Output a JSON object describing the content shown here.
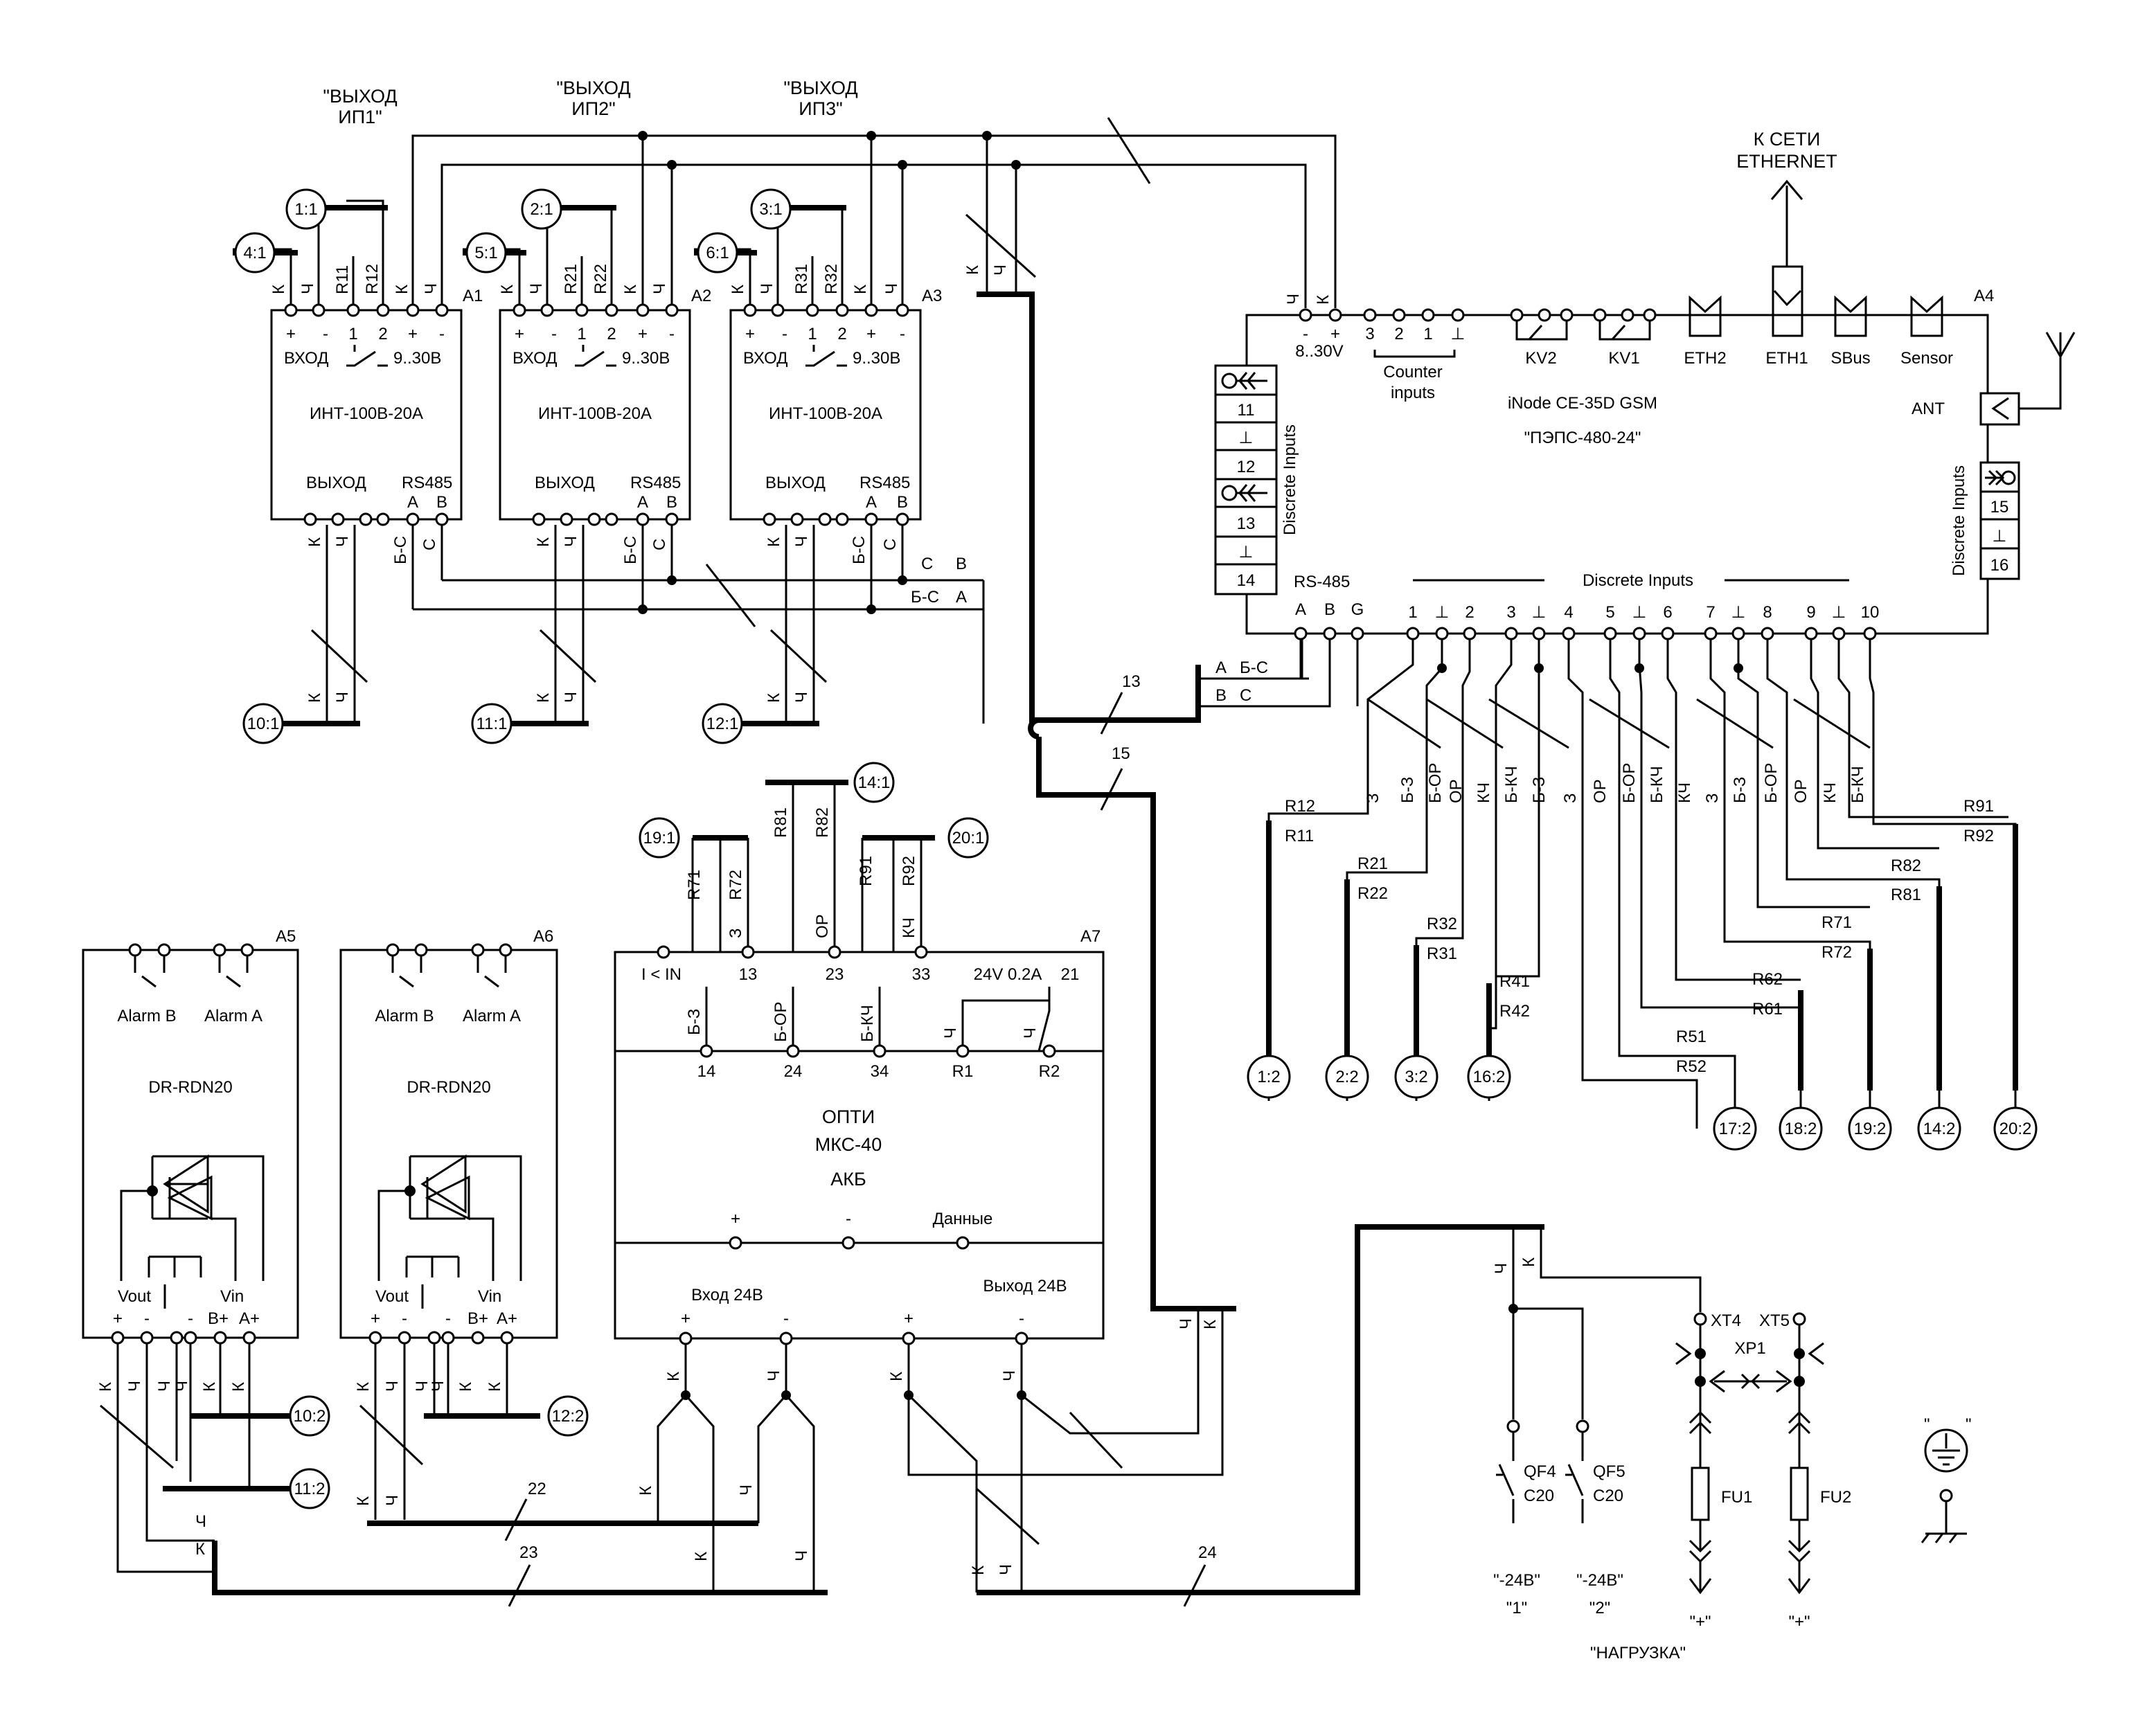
{
  "psu_outputs": [
    "\"ВЫХОД",
    "ИП1\"",
    "\"ВЫХОД",
    "ИП2\"",
    "\"ВЫХОД",
    "ИП3\""
  ],
  "eth": [
    "К СЕТИ",
    "ETHERNET"
  ],
  "refs": {
    "r1_1": "1:1",
    "r2_1": "2:1",
    "r3_1": "3:1",
    "r4_1": "4:1",
    "r5_1": "5:1",
    "r6_1": "6:1",
    "r10_1": "10:1",
    "r11_1": "11:1",
    "r12_1": "12:1",
    "r14_1": "14:1",
    "r19_1": "19:1",
    "r20_1": "20:1",
    "r10_2": "10:2",
    "r11_2": "11:2",
    "r12_2": "12:2",
    "r1_2": "1:2",
    "r2_2": "2:2",
    "r3_2": "3:2",
    "r16_2": "16:2",
    "r17_2": "17:2",
    "r18_2": "18:2",
    "r19_2": "19:2",
    "r14_2": "14:2",
    "r20_2": "20:2"
  },
  "int_modules": [
    {
      "ref": "A1",
      "in_top": [
        "К",
        "Ч",
        "R11",
        "R12",
        "К",
        "Ч"
      ],
      "out_k": "К",
      "out_ch": "Ч",
      "bs": "Б-С",
      "c": "С"
    },
    {
      "ref": "A2",
      "in_top": [
        "К",
        "Ч",
        "R21",
        "R22",
        "К",
        "Ч"
      ],
      "out_k": "К",
      "out_ch": "Ч",
      "bs": "Б-С",
      "c": "С"
    },
    {
      "ref": "A3",
      "in_top": [
        "К",
        "Ч",
        "R31",
        "R32",
        "К",
        "Ч"
      ],
      "out_k": "К",
      "out_ch": "Ч",
      "bs": "Б-С",
      "c": "С"
    }
  ],
  "int_common": {
    "pins_top": [
      "+",
      "-",
      "1",
      "2",
      "+",
      "-"
    ],
    "input": "ВХОД",
    "range": "9..30В",
    "model": "ИНТ-100В-20А",
    "output": "ВЫХОД",
    "rs": "RS485",
    "a": "A",
    "b": "B",
    "wire_k": "К",
    "wire_ch": "Ч"
  },
  "bus_labels": {
    "c": "С",
    "b": "В",
    "bs": "Б-С",
    "a": "А",
    "a2": "А",
    "bs2": "Б-С",
    "b2": "В",
    "c2": "С",
    "n13": "13",
    "n15": "15",
    "n22": "22",
    "n23": "23",
    "n24": "24"
  },
  "a4": {
    "ref": "A4",
    "wires_top": [
      "Ч",
      "К"
    ],
    "power_pins": [
      "-",
      "+"
    ],
    "power": "8..30V",
    "counter_pins": [
      "3",
      "2",
      "1",
      "⊥"
    ],
    "counter_label": [
      "Counter",
      "inputs"
    ],
    "kv": [
      "KV2",
      "KV1"
    ],
    "ports": [
      "ETH2",
      "ETH1",
      "SBus",
      "Sensor"
    ],
    "ant": "ANT",
    "model": "iNode CE-35D GSM",
    "name": "\"ПЭПС-480-24\"",
    "left_di_nums": [
      "11",
      "12",
      "13",
      "14"
    ],
    "left_di_sym": [
      "⊥",
      "⊥"
    ],
    "di_vertical": "Discrete Inputs",
    "right_di_nums": [
      "15",
      "16"
    ],
    "right_di_sym": "⊥",
    "rs485": "RS-485",
    "rs_pins": [
      "A",
      "B",
      "G"
    ],
    "di_title": "Discrete Inputs",
    "di_pins": [
      "1",
      "⊥",
      "2",
      "3",
      "⊥",
      "4",
      "5",
      "⊥",
      "6",
      "7",
      "⊥",
      "8",
      "9",
      "⊥",
      "10"
    ]
  },
  "di_wires": [
    "З",
    "Б-З",
    "Б-ОР",
    "ОР",
    "КЧ",
    "Б-КЧ",
    "Б-З",
    "З",
    "ОР",
    "Б-ОР",
    "Б-КЧ",
    "КЧ",
    "З",
    "Б-З",
    "Б-ОР",
    "ОР",
    "КЧ",
    "Б-КЧ"
  ],
  "r_labels": [
    "R12",
    "R11",
    "R21",
    "R22",
    "R32",
    "R31",
    "R41",
    "R42",
    "R51",
    "R52",
    "R62",
    "R61",
    "R71",
    "R72",
    "R82",
    "R81",
    "R91",
    "R92"
  ],
  "psu": [
    {
      "ref": "A5",
      "alarm_b": "Alarm B",
      "alarm_a": "Alarm A",
      "model": "DR-RDN20",
      "vout": "Vout",
      "vin": "Vin",
      "pins": [
        "+",
        "-",
        "|",
        "-",
        "B+",
        "A+"
      ],
      "wires": [
        "К",
        "Ч",
        "Ч",
        "Ч",
        "К",
        "К"
      ]
    },
    {
      "ref": "A6",
      "alarm_b": "Alarm B",
      "alarm_a": "Alarm A",
      "model": "DR-RDN20",
      "vout": "Vout",
      "vin": "Vin",
      "pins": [
        "+",
        "-",
        "|",
        "-",
        "B+",
        "A+"
      ],
      "wires": [
        "К",
        "Ч",
        "Ч",
        "Ч",
        "К",
        "К"
      ]
    }
  ],
  "bus_wires": {
    "k22": "К",
    "ch22": "Ч",
    "ch23": "Ч",
    "k23": "К",
    "k24": "К",
    "ch24": "Ч"
  },
  "a7": {
    "ref": "A7",
    "top_wires": [
      "R71",
      "R72",
      "R81",
      "R82",
      "R91",
      "R92"
    ],
    "top_sig": [
      "З",
      "ОР",
      "КЧ"
    ],
    "row1": [
      "I < IN",
      "13",
      "23",
      "33",
      "24V 0.2A",
      "21"
    ],
    "mid_wires": [
      "Б-З",
      "Б-ОР",
      "Б-КЧ"
    ],
    "jumper": [
      "Ч",
      "Ч"
    ],
    "row2": [
      "14",
      "24",
      "34",
      "R1",
      "R2"
    ],
    "title": [
      "ОПТИ",
      "МКС-40",
      "АКБ"
    ],
    "batt": [
      "+",
      "-",
      "Данные"
    ],
    "in24": "Вход 24В",
    "out24": "Выход 24В",
    "bot_pins": [
      "+",
      "-",
      "+",
      "-"
    ],
    "bot_wires": [
      "К",
      "Ч",
      "К",
      "Ч"
    ],
    "fork_wires": [
      "К",
      "Ч",
      "К",
      "Ч"
    ]
  },
  "load": {
    "wires": [
      "Ч",
      "К"
    ],
    "ch_k": [
      "Ч",
      "К"
    ],
    "qf": [
      "QF4",
      "QF5"
    ],
    "c20": [
      "C20",
      "C20"
    ],
    "xt": [
      "XT4",
      "XT5"
    ],
    "xp": "XP1",
    "fu": [
      "FU1",
      "FU2"
    ],
    "neg": [
      "\"-24В\"",
      "\"-24В\""
    ],
    "num": [
      "\"1\"",
      "\"2\""
    ],
    "plus": [
      "\"+\"",
      "\"+\""
    ],
    "load_label": "\"НАГРУЗКА\"",
    "gnd_q": [
      "\"",
      "\""
    ]
  }
}
